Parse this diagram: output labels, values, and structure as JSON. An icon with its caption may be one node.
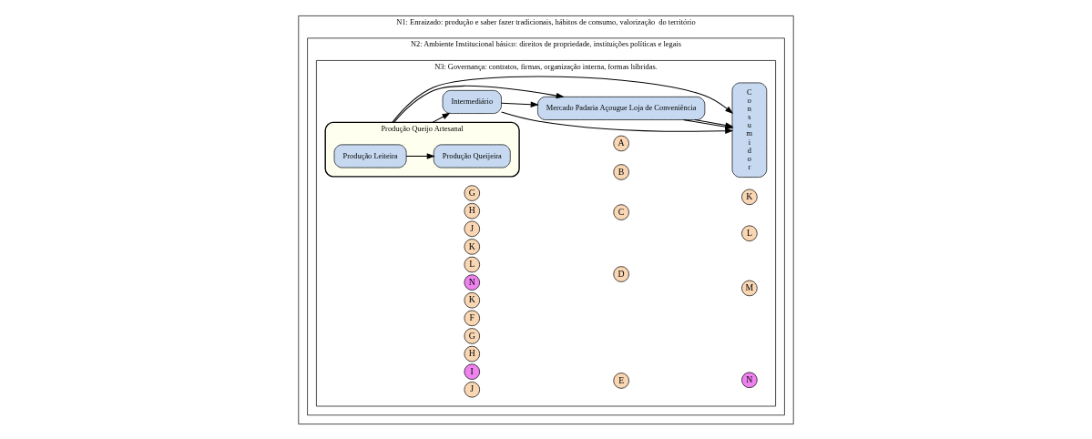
{
  "diagram": {
    "nodes": [
      {
        "text": [
          "N1: Enraizado: produção e saber fazer tradicionais, hábitos de consumo, valorização  do território"
        ]
      },
      {
        "text": [
          "N2: Ambiente Institucional básico: direitos de propriedade, instituições políticas e legais"
        ],
        "in": 0
      },
      {
        "text": [
          "N3: Governança: contratos, firmas, organização interna, formas híbridas."
        ],
        "in": 1
      },
      {
        "text": [
          "Produção Queijo Artesanal"
        ],
        "in": 2
      },
      {
        "text": [
          "Produção Leiteira"
        ],
        "in": 3
      },
      {
        "text": [
          "Produção Queijeira"
        ],
        "in": 3
      },
      {
        "text": [
          "G"
        ],
        "in": 2
      },
      {
        "text": [
          "H"
        ],
        "in": 2
      },
      {
        "text": [
          "J"
        ],
        "in": 2
      },
      {
        "text": [
          "K"
        ],
        "in": 2
      },
      {
        "text": [
          "L"
        ],
        "in": 2
      },
      {
        "text": [
          "N"
        ],
        "in": 2
      },
      {
        "text": [
          "K"
        ],
        "in": 2
      },
      {
        "text": [
          "Intermediário"
        ],
        "in": 2
      },
      {
        "text": [
          "Mercado Padaria Açougue Loja de Conveniência"
        ],
        "in": 2
      },
      {
        "text": [
          "A"
        ],
        "in": 2
      },
      {
        "text": [
          "B"
        ],
        "in": 2
      },
      {
        "text": [
          "C"
        ],
        "in": 2
      },
      {
        "text": [
          "D"
        ],
        "in": 2
      },
      {
        "text": [
          "E"
        ],
        "in": 2
      },
      {
        "text": [
          "F"
        ],
        "in": 2
      },
      {
        "text": [
          "G"
        ],
        "in": 2
      },
      {
        "text": [
          "H"
        ],
        "in": 2
      },
      {
        "text": [
          "I"
        ],
        "in": 2
      },
      {
        "text": [
          "J"
        ],
        "in": 2
      },
      {
        "text": [
          "K"
        ],
        "in": 2
      },
      {
        "text": [
          "L"
        ],
        "in": 2
      },
      {
        "text": [
          "M"
        ],
        "in": 2
      },
      {
        "text": [
          "N"
        ],
        "in": 2
      },
      {
        "text": [
          "Consumidor"
        ],
        "in": 2
      }
    ],
    "edges": [
      {
        "from": 4,
        "to": 5,
        "arrow": "to"
      },
      {
        "from": 3,
        "to": 13,
        "arrow": "to"
      },
      {
        "from": 13,
        "to": 29,
        "arrow": "to"
      },
      {
        "from": 13,
        "to": 14,
        "arrow": "to"
      },
      {
        "from": 14,
        "to": 29,
        "arrow": "to"
      },
      {
        "from": 14,
        "to": 29,
        "arrow": "to"
      },
      {
        "from": 3,
        "to": 14,
        "arrow": "to"
      },
      {
        "from": 3,
        "to": 29,
        "arrow": "to"
      }
    ]
  }
}
